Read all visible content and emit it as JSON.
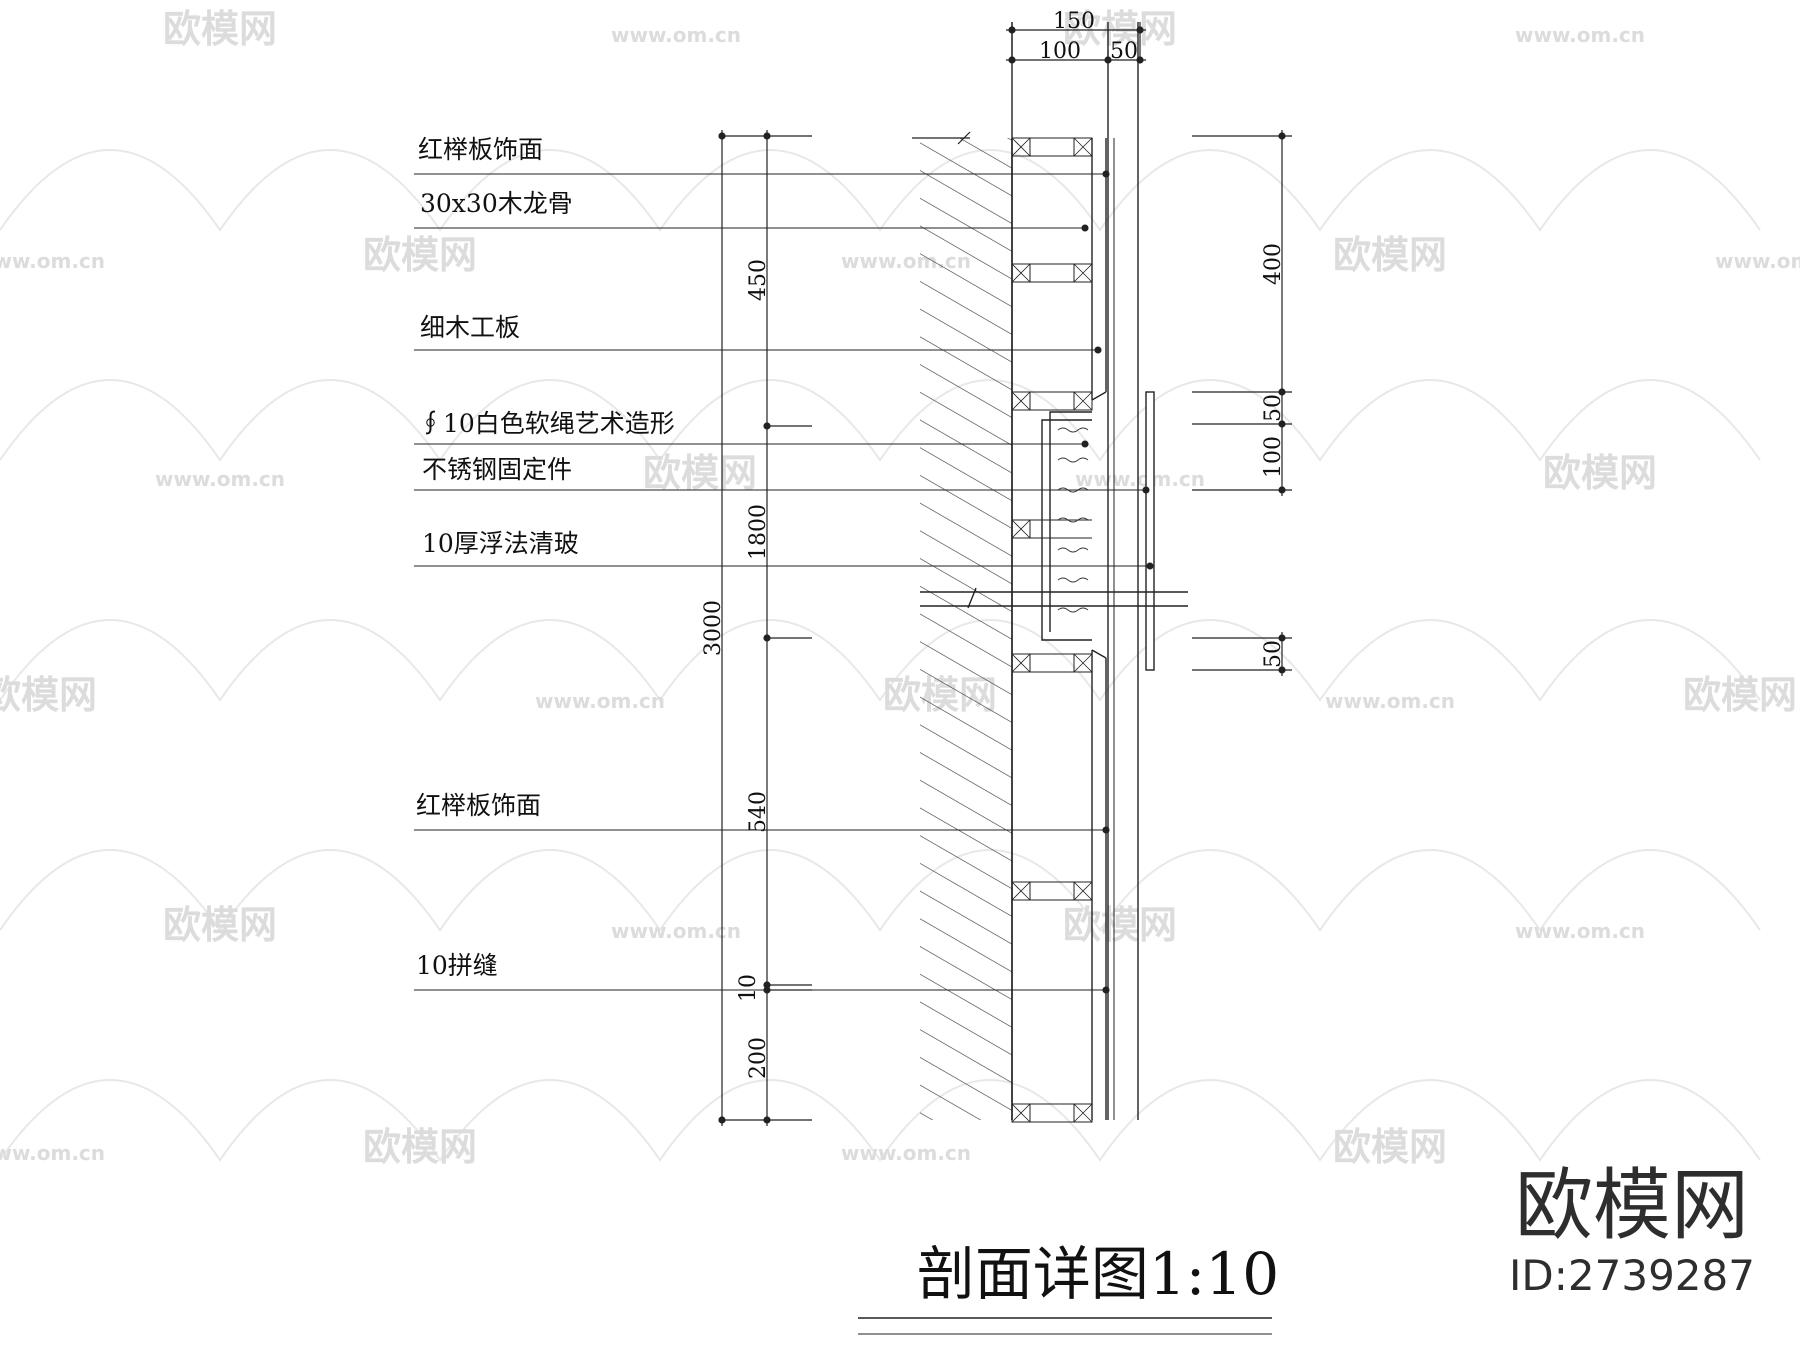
{
  "title": "剖面详图1:10",
  "top_dims": [
    "150",
    "100",
    "50"
  ],
  "right_dims": [
    "400",
    "50",
    "100",
    "50"
  ],
  "left_dims": {
    "outer": "3000",
    "inner": [
      "450",
      "1800",
      "540",
      "10",
      "200"
    ]
  },
  "callouts": [
    "红榉板饰面",
    "30x30木龙骨",
    "细木工板",
    "∮10白色软绳艺术造形",
    "不锈钢固定件",
    "10厚浮法清玻",
    "红榉板饰面",
    "10拼缝"
  ],
  "watermark": {
    "brand": "欧模网",
    "site": "www.om.cn"
  },
  "brand": {
    "logo_text": "欧模网",
    "id_text": "ID:2739287"
  }
}
